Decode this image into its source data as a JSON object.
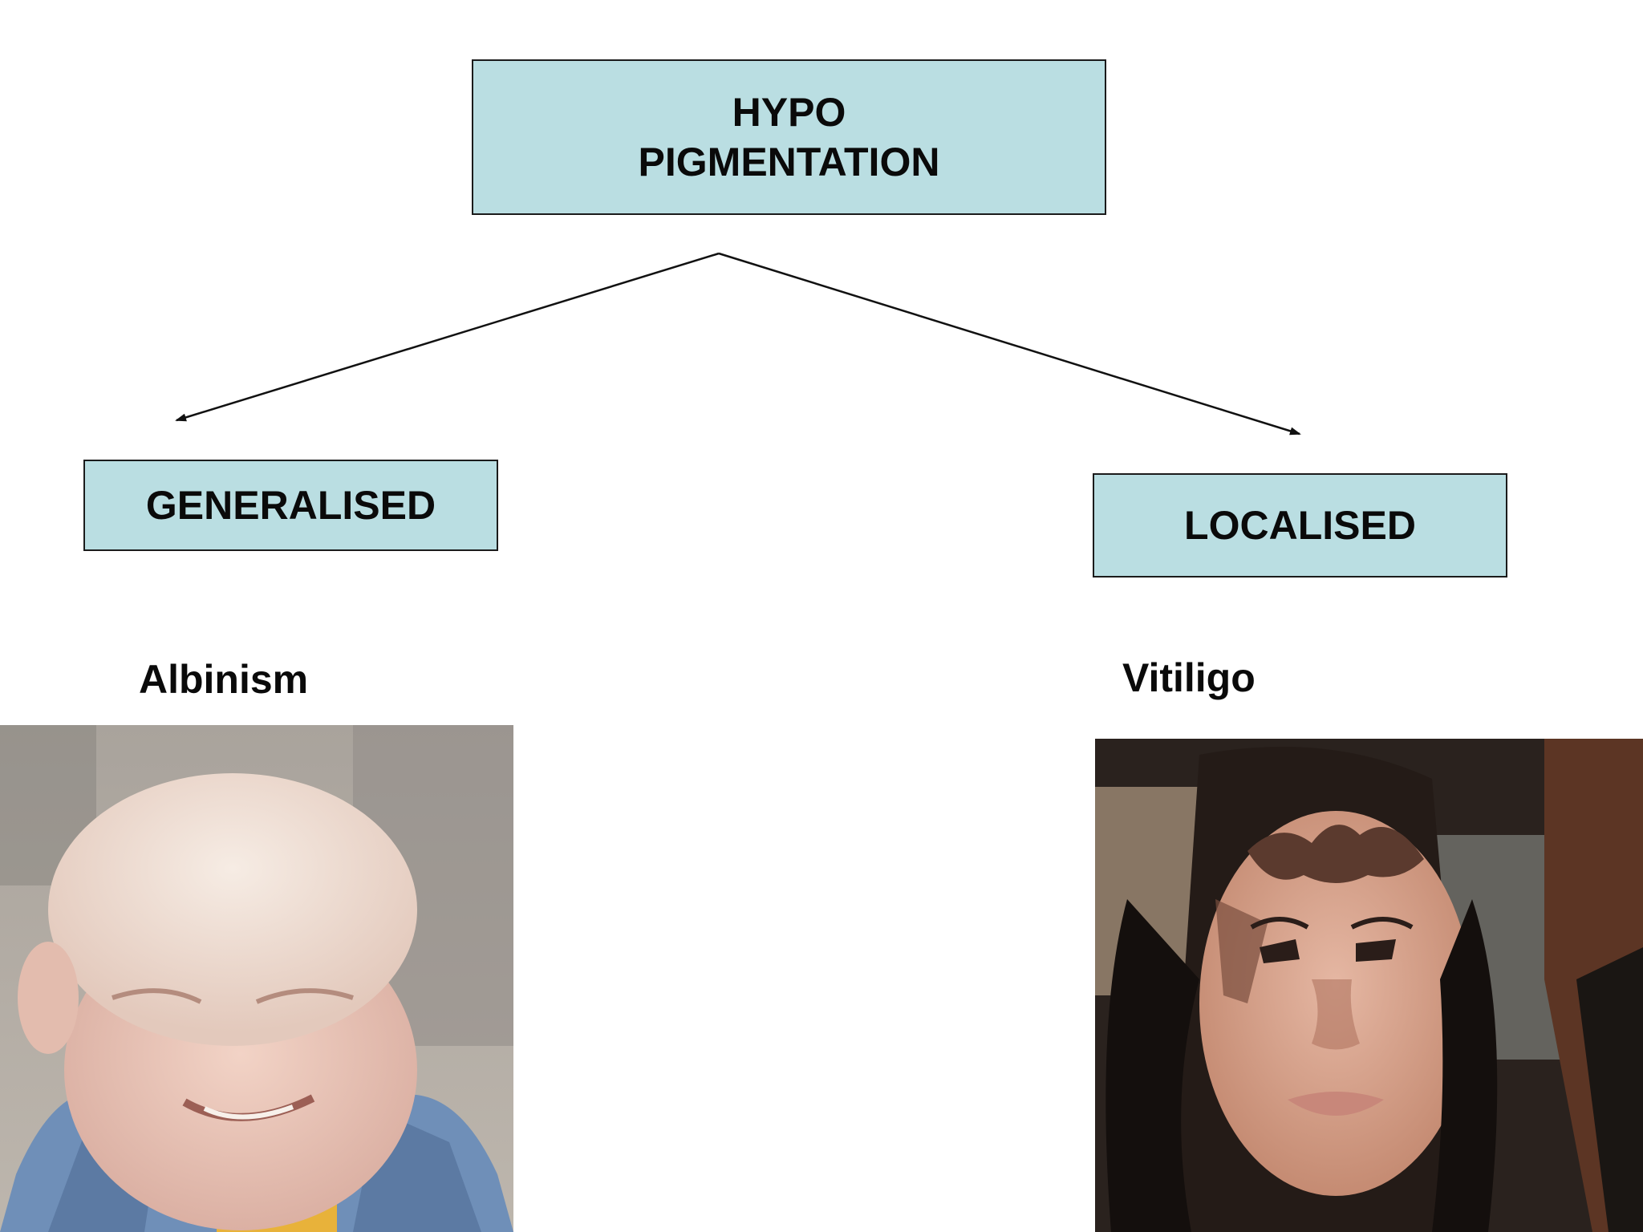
{
  "diagram": {
    "root": {
      "line1": "HYPO",
      "line2": "PIGMENTATION"
    },
    "left_branch": {
      "category": "GENERALISED",
      "example": "Albinism"
    },
    "right_branch": {
      "category": "LOCALISED",
      "example": "Vitiligo"
    }
  },
  "colors": {
    "node_fill": "#badee2",
    "node_border": "#1b1b1b",
    "text": "#0a0a0a",
    "background": "#ffffff"
  },
  "photos": {
    "left": {
      "subject": "child-with-albinism-photo"
    },
    "right": {
      "subject": "woman-with-vitiligo-photo"
    }
  }
}
